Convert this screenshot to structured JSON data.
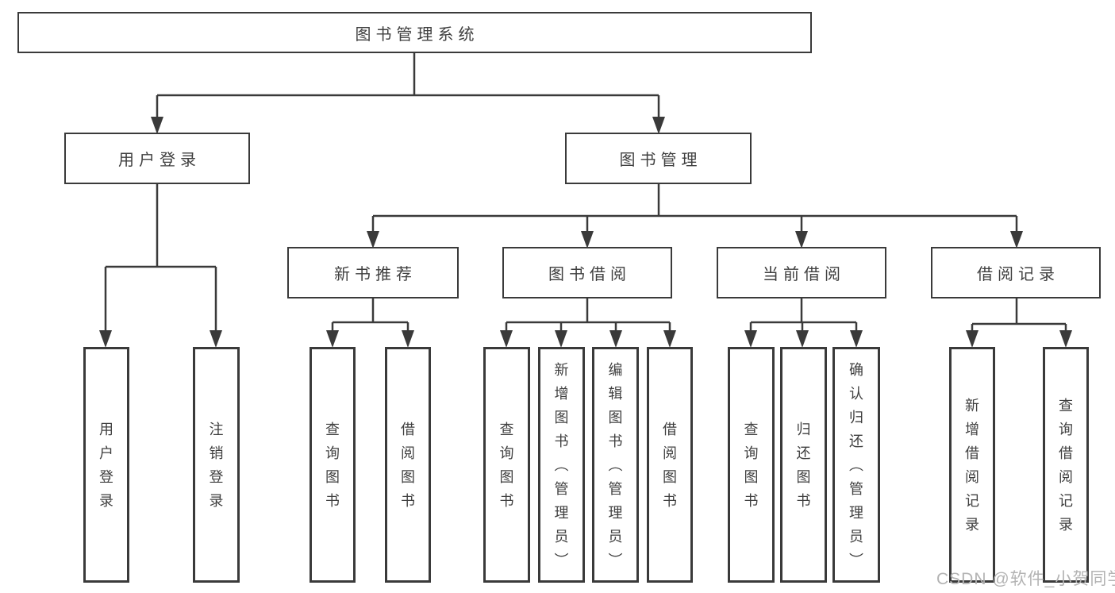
{
  "diagram": {
    "root": "图书管理系统",
    "user_branch": {
      "label": "用户登录",
      "children": [
        "用户登录",
        "注销登录"
      ]
    },
    "book_branch": {
      "label": "图书管理"
    },
    "groups": [
      {
        "label": "新书推荐",
        "children": [
          "查询图书",
          "借阅图书"
        ]
      },
      {
        "label": "图书借阅",
        "children": [
          "查询图书",
          "新增图书（管理员）",
          "编辑图书（管理员）",
          "借阅图书"
        ]
      },
      {
        "label": "当前借阅",
        "children": [
          "查询图书",
          "归还图书",
          "确认归还（管理员）"
        ]
      },
      {
        "label": "借阅记录",
        "children": [
          "新增借阅记录",
          "查询借阅记录"
        ]
      }
    ]
  },
  "watermark": "CSDN @软件_小贺同学",
  "colors": {
    "line": "#3a3a3a",
    "text": "#3f3f3f",
    "watermark": "#b3b3b3",
    "background": "#ffffff"
  }
}
